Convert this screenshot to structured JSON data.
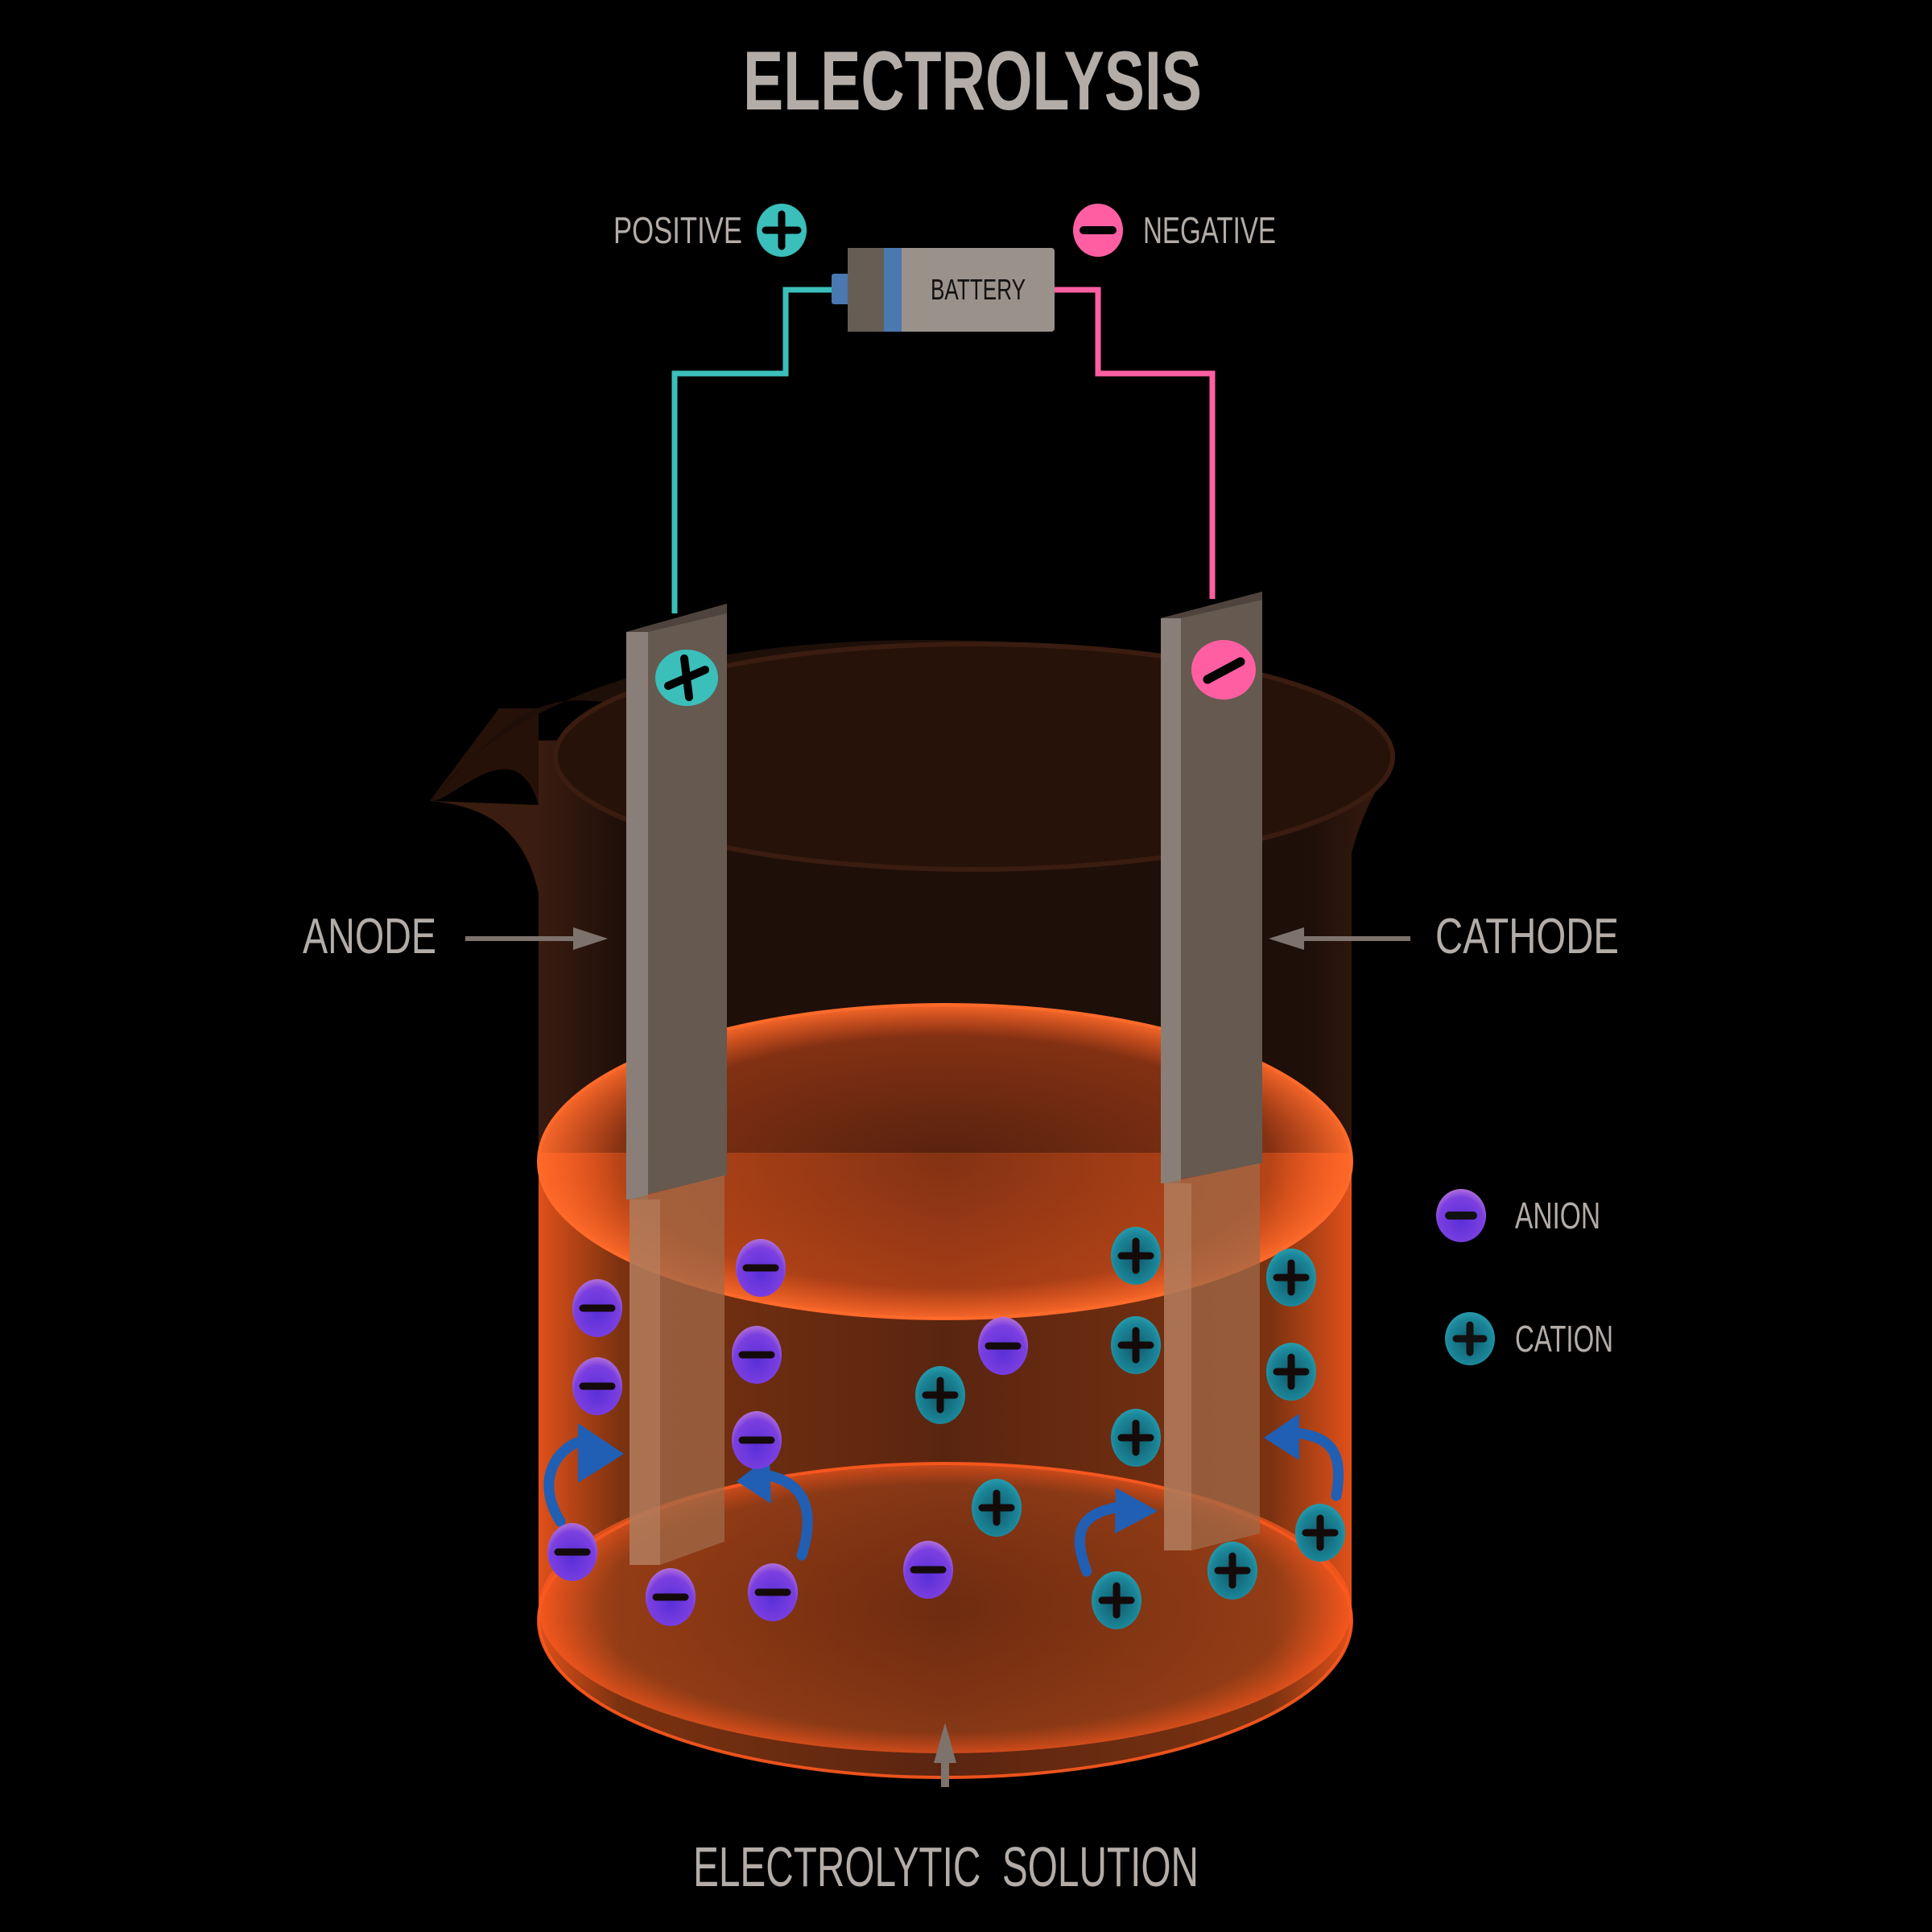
{
  "title": "ELECTROLYSIS",
  "battery": {
    "label": "BATTERY",
    "positive_label": "POSITIVE",
    "negative_label": "NEGATIVE"
  },
  "labels": {
    "anode": "ANODE",
    "cathode": "CATHODE",
    "solution": "ELECTROLYTIC  SOLUTION"
  },
  "legend": [
    {
      "label": "ANION",
      "type": "anion"
    },
    {
      "label": "CATION",
      "type": "cation"
    }
  ],
  "colors": {
    "positive": "#3bbfbb",
    "negative": "#ff5fa2",
    "anion": "#7b3fe0",
    "cation": "#1f8ea1",
    "solution": "#ff5a1f",
    "electrode": "#66594f",
    "battery_body": "#9a918b",
    "battery_stripe": "#4a78b0",
    "text": "#b3aca7",
    "arrow_blue": "#215fb4"
  },
  "ions": {
    "anions": [
      [
        945,
        1575
      ],
      [
        742,
        1625
      ],
      [
        742,
        1722
      ],
      [
        940,
        1683
      ],
      [
        940,
        1789
      ],
      [
        1246,
        1672
      ],
      [
        711,
        1928
      ],
      [
        833,
        1984
      ],
      [
        960,
        1978
      ],
      [
        1153,
        1950
      ]
    ],
    "cations": [
      [
        1411,
        1560
      ],
      [
        1604,
        1587
      ],
      [
        1411,
        1671
      ],
      [
        1604,
        1704
      ],
      [
        1411,
        1786
      ],
      [
        1168,
        1733
      ],
      [
        1238,
        1873
      ],
      [
        1640,
        1904
      ],
      [
        1531,
        1951
      ],
      [
        1387,
        1988
      ]
    ]
  }
}
